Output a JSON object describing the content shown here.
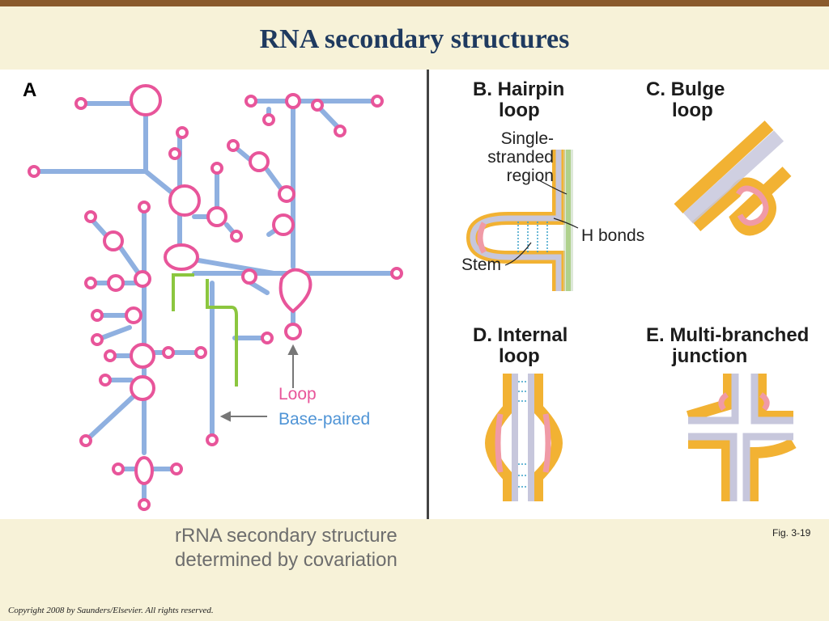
{
  "slide": {
    "title": "RNA secondary structures",
    "caption_line1": "rRNA secondary structure",
    "caption_line2": "determined by covariation",
    "fig_ref": "Fig. 3-19",
    "copyright": "Copyright 2008 by Saunders/Elsevier. All rights reserved."
  },
  "panelA": {
    "label": "A",
    "legend_loop": "Loop",
    "legend_paired": "Base-paired"
  },
  "panelB": {
    "title_line1": "B. Hairpin",
    "title_line2": "loop",
    "single_line1": "Single-",
    "single_line2": "stranded",
    "single_line3": "region",
    "hbonds": "H bonds",
    "stem": "Stem"
  },
  "panelC": {
    "title_line1": "C. Bulge",
    "title_line2": "loop"
  },
  "panelD": {
    "title_line1": "D. Internal",
    "title_line2": "loop"
  },
  "panelE": {
    "title_line1": "E. Multi-branched",
    "title_line2": "junction"
  },
  "colors": {
    "loop": "#e8559a",
    "paired": "#8fb0e0",
    "green": "#8cc63f",
    "backbone": "#f2b233",
    "base": "#c7c7dc",
    "loop_base": "#f09aa6",
    "title": "#1f3a5f",
    "hbond": "#3aa0c8"
  }
}
